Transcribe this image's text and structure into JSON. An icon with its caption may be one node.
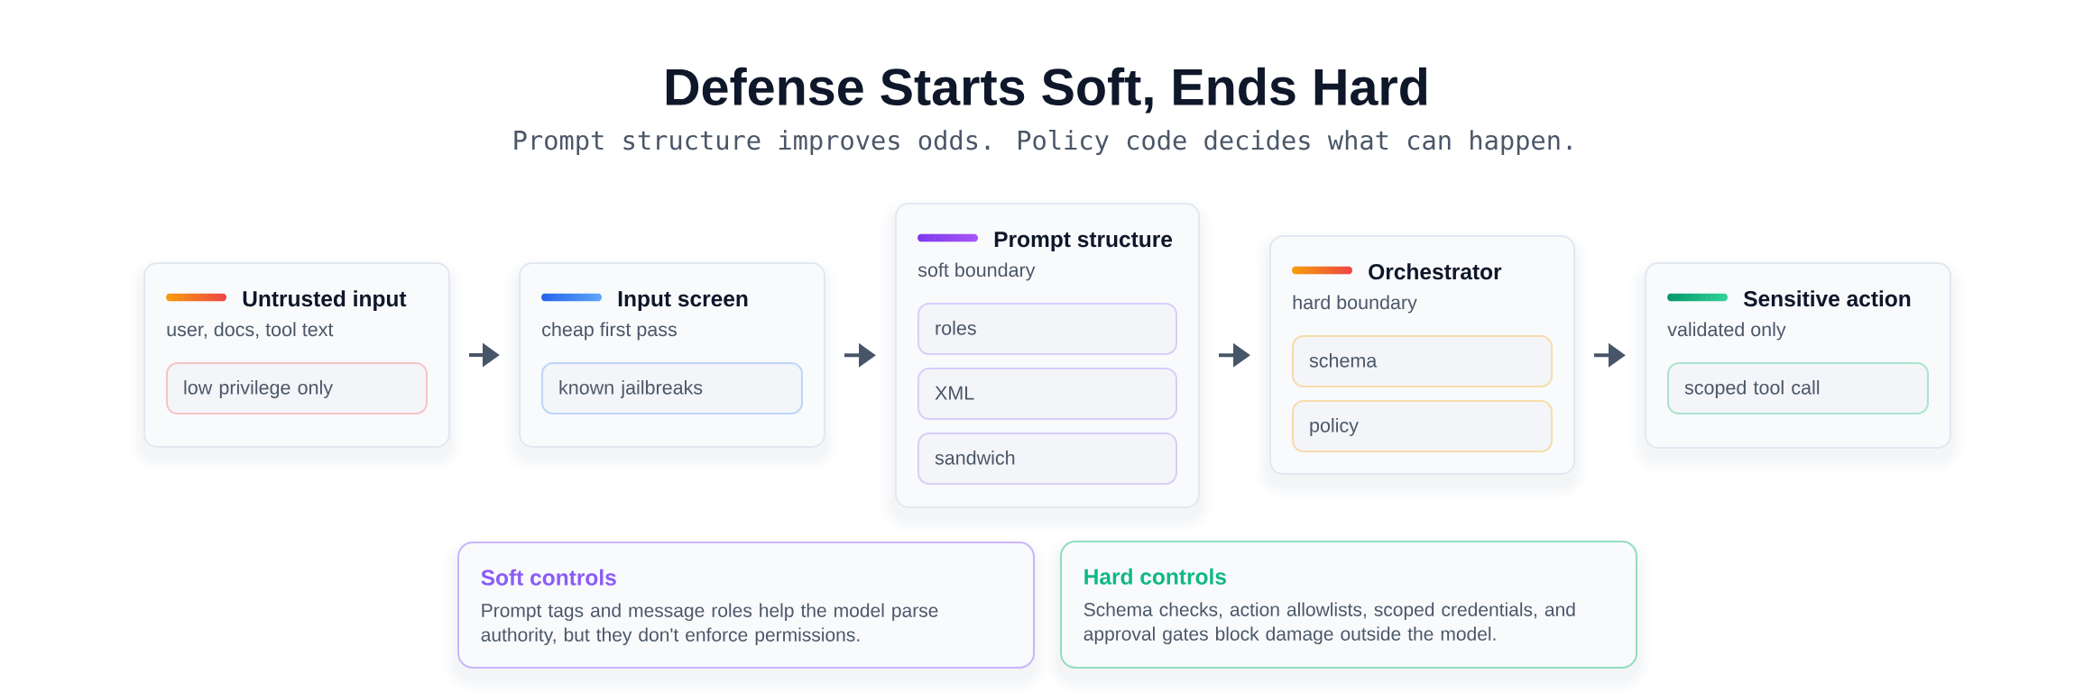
{
  "diagram": {
    "title": "Defense Starts Soft, Ends Hard",
    "nodes": [
      {
        "text": [
          "Untrusted input",
          "user, docs, tool text"
        ]
      },
      {
        "text": [
          "low privilege only"
        ],
        "in": 0
      },
      {
        "text": [
          "Input screen",
          "cheap first pass"
        ]
      },
      {
        "text": [
          "known jailbreaks"
        ],
        "in": 2
      },
      {
        "text": [
          "Prompt structure",
          "soft boundary"
        ]
      },
      {
        "text": [
          "roles"
        ],
        "in": 4
      },
      {
        "text": [
          "XML"
        ],
        "in": 4
      },
      {
        "text": [
          "sandwich"
        ],
        "in": 4
      },
      {
        "text": [
          "Orchestrator",
          "hard boundary"
        ]
      },
      {
        "text": [
          "schema"
        ],
        "in": 8
      },
      {
        "text": [
          "policy"
        ],
        "in": 8
      },
      {
        "text": [
          "Sensitive action",
          "validated only"
        ]
      },
      {
        "text": [
          "scoped tool call"
        ],
        "in": 11
      },
      {
        "text": [
          "Soft controls",
          "Prompt tags and message roles help the model parse authority, but they don't enforce permissions."
        ]
      },
      {
        "text": [
          "Hard controls",
          "Schema checks, action allowlists, scoped credentials, and approval gates block damage outside the model."
        ]
      }
    ],
    "edges": [
      {
        "from": 0,
        "to": 2,
        "arrow": "to"
      },
      {
        "from": 2,
        "to": 4,
        "arrow": "to"
      },
      {
        "from": 4,
        "to": 8,
        "arrow": "to"
      },
      {
        "from": 8,
        "to": 11,
        "arrow": "to"
      }
    ],
    "labels": [
      "Prompt structure improves odds. Policy code decides what can happen."
    ]
  }
}
